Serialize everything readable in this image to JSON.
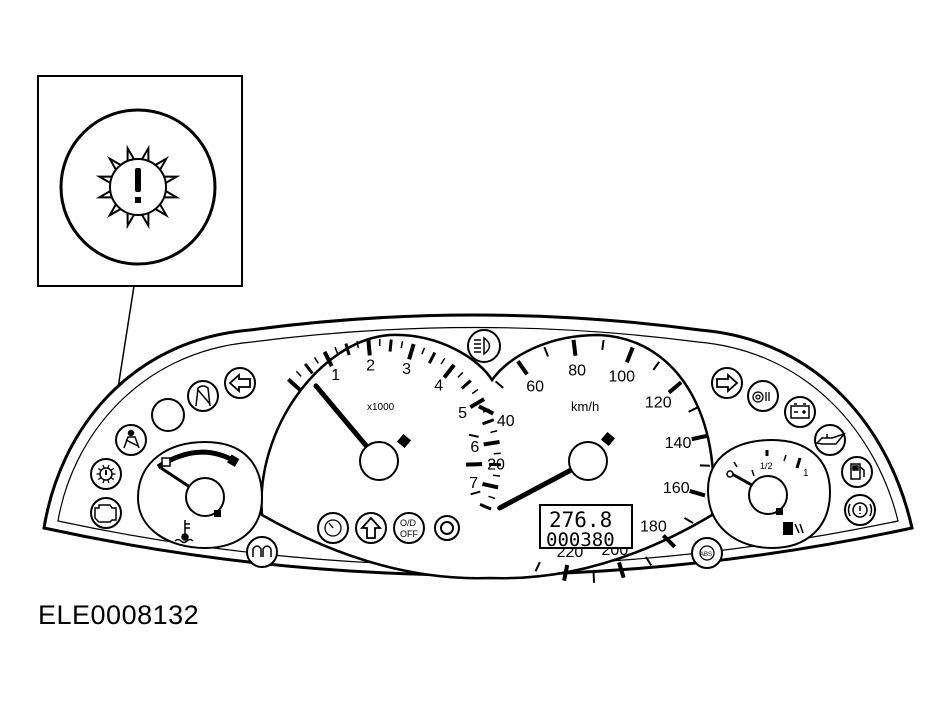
{
  "figure_id": "ELE0008132",
  "tachometer": {
    "unit_label": "x1000",
    "scale_labels": [
      "1",
      "2",
      "3",
      "4",
      "5",
      "6",
      "7"
    ],
    "needle_value": 0
  },
  "speedometer": {
    "unit_label": "km/h",
    "scale_labels": [
      "20",
      "40",
      "60",
      "80",
      "100",
      "120",
      "140",
      "160",
      "180",
      "200",
      "220"
    ],
    "needle_value": 0
  },
  "fuel_gauge": {
    "half_label": "1/2",
    "full_label": "1"
  },
  "odometer": {
    "trip": "276.8",
    "total": "000380"
  },
  "indicators": {
    "overdrive_off_line1": "O/D",
    "overdrive_off_line2": "OFF",
    "abs_label": "ABS"
  },
  "callout_icon": "powertrain-malfunction-icon"
}
